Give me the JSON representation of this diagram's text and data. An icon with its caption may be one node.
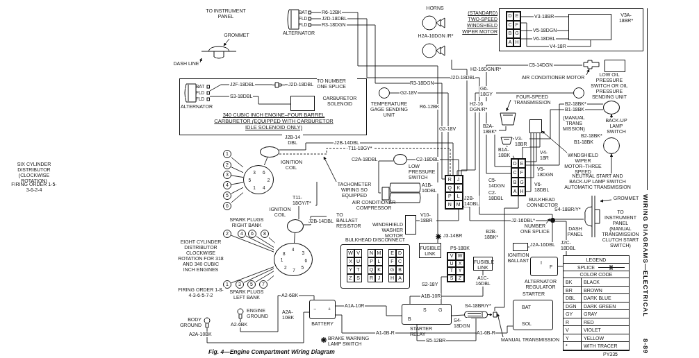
{
  "diagram": {
    "caption": "Fig. 4—Engine Compartment Wiring Diagram",
    "nodes": [
      {
        "text": [
          "BAT",
          "FLD",
          "FLD"
        ],
        "beside": [
          "ALTERNATOR"
        ]
      },
      {
        "text": [
          "HORNS"
        ]
      },
      {
        "text": [],
        "shape": "box",
        "beside": [
          "(STANDARD) TWO-SPEED WINDSHIELD WIPER MOTOR"
        ]
      },
      {
        "text": [
          "D",
          "E",
          "C",
          "F",
          "B",
          "G",
          "A",
          "H"
        ],
        "in": 2
      },
      {
        "text": [],
        "shape": "box",
        "in": 2
      },
      {
        "text": [],
        "shape": "picture"
      },
      {
        "text": [
          "GROMMET"
        ]
      },
      {
        "text": [
          "DASH LINE"
        ]
      },
      {
        "text": [
          "340 CUBIC INCH ENGINE–FOUR BARREL CARBURETOR (EQUIPPED WITH CARBURETOR IDLE SOLENOID ONLY)"
        ]
      },
      {
        "text": [
          "BAT",
          "FLD",
          "FLD"
        ],
        "beside": [
          "ALTERNATOR"
        ],
        "in": 8
      },
      {
        "text": [],
        "shape": "box",
        "beside": [
          "CARBURETOR SOLENOID"
        ],
        "in": 8
      },
      {
        "text": [],
        "shape": "picture",
        "in": 8
      },
      {
        "text": [],
        "shape": "circle",
        "beside": [
          "TEMPERATURE GAGE SENDING UNIT"
        ]
      },
      {
        "text": [],
        "shape": "circle",
        "beside": [
          "IGNITION COIL"
        ]
      },
      {
        "text": [
          "3",
          "6",
          "5",
          "2",
          "1",
          "4"
        ],
        "beside": [
          "SIX CYLINDER DISTRIBUTOR (CLOCKWISE ROTATION)",
          "FIRING ORDER 1-5-3-6-2-4"
        ]
      },
      {
        "text": [
          "1"
        ]
      },
      {
        "text": [
          "2"
        ]
      },
      {
        "text": [
          "3"
        ]
      },
      {
        "text": [
          "4"
        ]
      },
      {
        "text": [
          "5"
        ]
      },
      {
        "text": [
          "6"
        ]
      },
      {
        "text": [],
        "shape": "circle",
        "beside": [
          "IGNITION COIL"
        ]
      },
      {
        "text": [
          "4",
          "8",
          "3",
          "6",
          "1",
          "5",
          "2",
          "7"
        ]
      },
      {
        "text": [
          "2"
        ]
      },
      {
        "text": [
          "4"
        ]
      },
      {
        "text": [
          "6"
        ]
      },
      {
        "text": [
          "8"
        ]
      },
      {
        "text": [
          "1"
        ]
      },
      {
        "text": [
          "3"
        ]
      },
      {
        "text": [
          "5"
        ]
      },
      {
        "text": [
          "7"
        ]
      },
      {
        "text": [],
        "shape": "circle",
        "beside": [
          "LOW PRESSURE SWITCH"
        ]
      },
      {
        "text": [],
        "shape": "picture",
        "beside": [
          "AIR CONDITIONER COMPRESSOR"
        ]
      },
      {
        "text": [],
        "shape": "box",
        "beside": [
          "WINDSHIELD WASHER MOTOR"
        ]
      },
      {
        "text": [
          "BULKHEAD DISCONNECT",
          "W",
          "V",
          "N",
          "M",
          "E",
          "D",
          "X",
          "U",
          "P",
          "L",
          "F",
          "C",
          "Y",
          "T",
          "Q",
          "K",
          "G",
          "B",
          "Z",
          "S",
          "R",
          "J",
          "H",
          "A"
        ]
      },
      {
        "text": [
          "FUSIBLE LINK"
        ]
      },
      {
        "text": [
          "FUSIBLE LINK"
        ]
      },
      {
        "text": [
          "R",
          "J",
          "Q",
          "K",
          "P",
          "L",
          "N",
          "M"
        ]
      },
      {
        "text": [
          "D",
          "E",
          "C",
          "F",
          "B",
          "G",
          "A",
          "H"
        ],
        "beside": [
          "BULKHEAD CONNECTOR"
        ]
      },
      {
        "text": [
          "V",
          "W",
          "U",
          "X",
          "T",
          "Y",
          "S",
          "Z"
        ]
      },
      {
        "text": [
          "−",
          "+"
        ],
        "beside": [
          "BATTERY"
        ]
      },
      {
        "text": [],
        "shape": "picture",
        "beside": [
          "ENGINE GROUND"
        ]
      },
      {
        "text": [],
        "shape": "picture",
        "beside": [
          "BODY GROUND"
        ]
      },
      {
        "text": [
          "B",
          "S",
          "G"
        ],
        "beside": [
          "STARTER RELAY"
        ]
      },
      {
        "text": [
          "BAT",
          "SOL"
        ],
        "beside": [
          "STARTER"
        ]
      },
      {
        "text": [],
        "shape": "box"
      },
      {
        "text": [
          "MANUAL TRANSMISSION"
        ]
      },
      {
        "text": [],
        "shape": "box",
        "beside": [
          "IGNITION BALLAST"
        ]
      },
      {
        "text": [
          "I",
          "F"
        ],
        "beside": [
          "ALTERNATOR REGULATOR"
        ]
      },
      {
        "text": [],
        "shape": "picture"
      },
      {
        "text": [
          "GROMMET"
        ]
      },
      {
        "text": [
          "NUMBER ONE SPLICE"
        ]
      },
      {
        "text": [],
        "shape": "circle"
      },
      {
        "text": [],
        "shape": "picture"
      },
      {
        "text": [
          "AIR CONDITIONER MOTOR"
        ]
      },
      {
        "text": [],
        "shape": "box",
        "beside": [
          "LOW OIL PRESSURE SWITCH OR OIL PRESSURE SENDING UNIT"
        ]
      },
      {
        "text": [],
        "shape": "circle"
      },
      {
        "text": [],
        "shape": "picture"
      },
      {
        "text": [
          "FOUR-SPEED TRANSMISSION"
        ]
      },
      {
        "text": [],
        "shape": "picture"
      },
      {
        "text": [],
        "shape": "box"
      },
      {
        "text": [
          "WINDSHIELD WIPER MOTOR–THREE SPEED"
        ]
      },
      {
        "text": [],
        "shape": "circle"
      },
      {
        "text": [
          "BACK-UP LAMP SWITCH"
        ]
      },
      {
        "text": [],
        "shape": "circle"
      },
      {
        "text": [
          "NEUTRAL START AND BACK-UP LAMP SWITCH AUTOMATIC TRANSMISSION"
        ]
      },
      {
        "text": [
          "TACHOMETER WIRING SO EQUIPPED"
        ]
      }
    ],
    "edges": [
      {
        "from": 0,
        "to": 35,
        "label": "R6-12BK",
        "arrow": "none"
      },
      {
        "from": 0,
        "to": 52,
        "label": "J2D-18DBL",
        "arrow": "none"
      },
      {
        "from": 0,
        "to": 37,
        "label": "R3-18DGN",
        "arrow": "none"
      },
      {
        "from": 3,
        "to": 4,
        "label": "V3-18BR",
        "arrow": "none"
      },
      {
        "from": 3,
        "to": 4,
        "label": "V5-18DGN",
        "arrow": "none"
      },
      {
        "from": 3,
        "to": 4,
        "label": "V6-18DBL",
        "arrow": "none"
      },
      {
        "from": 3,
        "to": 4,
        "label": "V4-18R",
        "arrow": "none"
      },
      {
        "from": 6,
        "to": 5,
        "arrow": "to"
      },
      {
        "from": 7,
        "to": 5,
        "arrow": "to"
      },
      {
        "from": 9,
        "to": 11,
        "label": "J2F-18DBL",
        "arrow": "none"
      },
      {
        "from": 9,
        "to": 10,
        "label": "S3-18DBL",
        "arrow": "none"
      },
      {
        "from": 11,
        "to": null,
        "label": "J2D-18DBL",
        "arrow": "none"
      },
      {
        "from": 12,
        "to": 37,
        "label": "G2-18V",
        "arrow": "none"
      },
      {
        "from": 15,
        "to": 14,
        "arrow": "none"
      },
      {
        "from": 16,
        "to": 14,
        "arrow": "none"
      },
      {
        "from": 17,
        "to": 14,
        "arrow": "none"
      },
      {
        "from": 18,
        "to": 14,
        "arrow": "none"
      },
      {
        "from": 19,
        "to": 14,
        "arrow": "none"
      },
      {
        "from": 20,
        "to": 14,
        "arrow": "none"
      },
      {
        "from": 13,
        "to": 14,
        "arrow": "none"
      },
      {
        "from": 23,
        "to": 22,
        "arrow": "none"
      },
      {
        "from": 24,
        "to": 22,
        "arrow": "none"
      },
      {
        "from": 25,
        "to": 22,
        "arrow": "none"
      },
      {
        "from": 26,
        "to": 22,
        "arrow": "none"
      },
      {
        "from": 27,
        "to": 22,
        "arrow": "none"
      },
      {
        "from": 28,
        "to": 22,
        "arrow": "none"
      },
      {
        "from": 29,
        "to": 22,
        "arrow": "none"
      },
      {
        "from": 30,
        "to": 22,
        "arrow": "none"
      },
      {
        "from": 21,
        "to": 22,
        "arrow": "none"
      },
      {
        "from": 13,
        "to": 37,
        "label": "J2B-14DBL",
        "arrow": "none"
      },
      {
        "from": 21,
        "to": null,
        "label": "J2B-14DBL",
        "arrow": "none"
      },
      {
        "from": 31,
        "to": 37,
        "label": "C2-18DBL",
        "arrow": "none"
      },
      {
        "from": 31,
        "to": 32,
        "label": "C2A-18DBL",
        "arrow": "none"
      },
      {
        "from": 33,
        "to": 37,
        "label": "V10-18BR",
        "arrow": "none"
      },
      {
        "from": 40,
        "to": 43,
        "label": "A1A-10R",
        "arrow": "none"
      },
      {
        "from": 40,
        "to": 41,
        "label": "A2-6BK",
        "arrow": "none"
      },
      {
        "from": 40,
        "to": 42,
        "label": "A2A-10BK",
        "arrow": "none"
      },
      {
        "from": 40,
        "to": 44,
        "label": "A1-6B-R",
        "arrow": "none"
      },
      {
        "from": 43,
        "to": 39,
        "label": "S2-18Y",
        "arrow": "none"
      },
      {
        "from": 43,
        "to": 36,
        "label": "A1B-10R",
        "arrow": "none"
      },
      {
        "from": 43,
        "to": 45,
        "label": "S5-12BR",
        "arrow": "none"
      },
      {
        "from": 43,
        "to": 45,
        "label": "S4-18DGN",
        "arrow": "none"
      },
      {
        "from": 46,
        "to": 45,
        "arrow": "to"
      },
      {
        "from": 45,
        "to": 38,
        "label": "S4-18BR/Y*",
        "arrow": "none"
      },
      {
        "from": 47,
        "to": 52,
        "label": "J2A-16DBL",
        "arrow": "none"
      },
      {
        "from": 48,
        "to": 52,
        "label": "J2C-18DBL",
        "arrow": "none"
      },
      {
        "from": 37,
        "to": 52,
        "label": "J2-16DBL*",
        "arrow": "none"
      },
      {
        "from": 51,
        "to": 52,
        "arrow": "to"
      },
      {
        "from": 50,
        "to": 49,
        "arrow": "to"
      },
      {
        "from": 54,
        "to": 53,
        "arrow": "to"
      },
      {
        "from": 53,
        "to": 38,
        "label": "C5-14DGN",
        "arrow": "none"
      },
      {
        "from": 56,
        "to": 37,
        "label": "G6-18GY",
        "arrow": "none"
      },
      {
        "from": 58,
        "to": 57,
        "arrow": "to"
      },
      {
        "from": 61,
        "to": 60,
        "arrow": "to"
      },
      {
        "from": 63,
        "to": 62,
        "arrow": "to"
      },
      {
        "from": 65,
        "to": 64,
        "arrow": "to"
      },
      {
        "from": 62,
        "to": 38,
        "label": "B2-18BK*",
        "arrow": "none"
      },
      {
        "from": 62,
        "to": 59,
        "label": "B1-18BK",
        "arrow": "none"
      },
      {
        "from": 60,
        "to": 38,
        "label": "V3-18BR",
        "arrow": "none"
      },
      {
        "from": 1,
        "to": 37,
        "label": "H2-16DGN/R*",
        "arrow": "none"
      },
      {
        "from": 57,
        "to": 38,
        "label": "B2A-18BK*",
        "arrow": "none"
      },
      {
        "from": 59,
        "to": 38,
        "label": "B1A-18BK",
        "arrow": "none"
      },
      {
        "from": 13,
        "to": 37,
        "label": "T11-18GY*",
        "arrow": "none",
        "style": "dashed"
      },
      {
        "from": 21,
        "to": null,
        "label": "T11-18GY/T*",
        "arrow": "none"
      },
      {
        "from": 66,
        "to": null,
        "arrow": "to"
      },
      {
        "from": 52,
        "to": 49,
        "arrow": "none"
      },
      {
        "from": 60,
        "to": 38,
        "label": "V4-18R",
        "arrow": "none"
      },
      {
        "from": 60,
        "to": 38,
        "label": "V5-18DGN",
        "arrow": "none"
      },
      {
        "from": 60,
        "to": 38,
        "label": "V6-18DBL",
        "arrow": "none"
      }
    ],
    "labels": [
      "TO INSTRUMENT PANEL",
      "TO NUMBER ONE SPLICE",
      "H2A-16DGN /R*",
      "J2D-18DBL",
      "R3-18DGN",
      "R6-12BK",
      "G2-18V",
      "H2-16 DGN/R*",
      "V3A-18BR*",
      "J2B-14 DBL",
      "TO BALLAST RESISTOR",
      "SPARK PLUGS RIGHT BANK",
      "SPARK PLUGS LEFT BANK",
      "A1B-16DBL",
      "C5-14DGN",
      "C2-18DBL",
      "B2-18BK*",
      "B1-18BK",
      "(MANUAL TRANS MISSION)",
      "J2B-14DBL",
      "B2B-18BK*",
      "J3-14BR",
      "P5-18BK",
      "A1C-16DBL",
      "S4-18BR/Y*",
      "DASH PANEL",
      "TO INSTRUMENT PANEL (MANUAL TRANSMISSION CLUTCH START SWITCH)",
      "BRAKE WARNING LAMP SWITCH",
      "A2-6BK",
      "A2A-10BK",
      "A1-6B-R",
      "LEGEND",
      "COLOR CODE",
      "BK",
      "BLACK",
      "BR",
      "BROWN",
      "DBL",
      "DARK BLUE",
      "DGN",
      "DARK GREEN",
      "GY",
      "GRAY",
      "R",
      "RED",
      "V",
      "VIOLET",
      "Y",
      "YELLOW",
      "*",
      "WITH TRACER",
      "PY335",
      "WIRING DIAGRAMS—ELECTRICAL",
      "8-89",
      "EIGHT CYLINDER DISTRIBUTOR CLOCKWISE ROTATION FOR 318 AND 340 CUBIC INCH ENGINES",
      "FIRING ORDER 1-8-4-3-6-5-7-2"
    ],
    "legend": [
      {
        "text": "SPLICE"
      }
    ]
  }
}
